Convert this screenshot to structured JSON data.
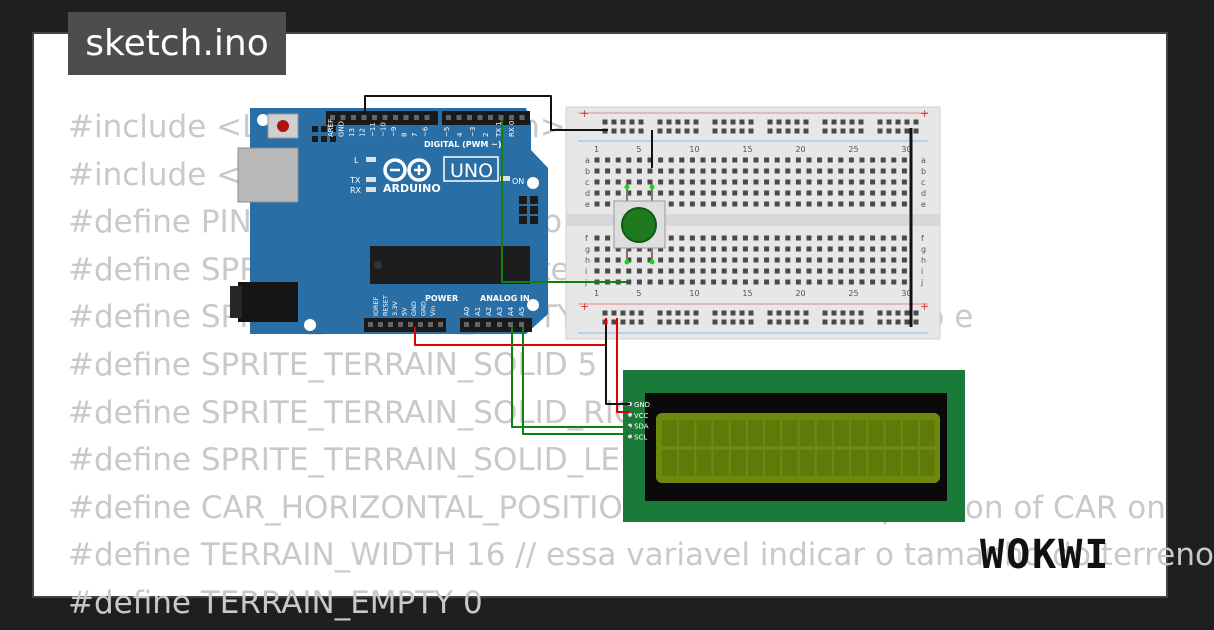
{
  "title": "sketch.ino",
  "code_lines": [
    "#include <LiquidCrystal_I2C.h>",
    "#include <Wire.h>",
    "#define PIN_BUTTON 2 // o pino do botao conectado",
    "#define SPRITE_RUN1 1 // sprite do carro",
    "#define SPRITE_TERRAIN_EMPTY ' ' // usuario em branco e",
    "#define SPRITE_TERRAIN_SOLID 5",
    "#define SPRITE_TERRAIN_SOLID_RIGHT 6",
    "#define SPRITE_TERRAIN_SOLID_LEFT 7",
    "#define CAR_HORIZONTAL_POSITION 1 // horizontal position of CAR on",
    "#define TERRAIN_WIDTH 16 // essa variavel indicar o tamanho do terreno",
    "#define TERRAIN_EMPTY 0"
  ],
  "arduino": {
    "name": "ARDUINO",
    "model": "UNO",
    "digital_label": "DIGITAL (PWM ~)",
    "power_label": "POWER",
    "analog_label": "ANALOG IN",
    "on_label": "ON",
    "l_label": "L",
    "tx_label": "TX",
    "rx_label": "RX",
    "digital_pins": [
      "AREF",
      "GND",
      "13",
      "12",
      "~11",
      "~10",
      "~9",
      "8",
      "7",
      "~6",
      "~5",
      "4",
      "~3",
      "2",
      "TX 1",
      "RX 0"
    ],
    "power_pins": [
      "IOREF",
      "RESET",
      "3.3V",
      "5V",
      "GND",
      "GND",
      "Vin"
    ],
    "analog_pins": [
      "A0",
      "A1",
      "A2",
      "A3",
      "A4",
      "A5"
    ]
  },
  "breadboard": {
    "column_labels": [
      "1",
      "5",
      "10",
      "15",
      "20",
      "25",
      "30"
    ],
    "row_labels_top": [
      "a",
      "b",
      "c",
      "d",
      "e"
    ],
    "row_labels_bottom": [
      "f",
      "g",
      "h",
      "i",
      "j"
    ],
    "plus": "+",
    "minus": "-"
  },
  "lcd": {
    "pins": [
      "GND",
      "VCC",
      "SDA",
      "SCL"
    ]
  },
  "logo": "WOKWI",
  "colors": {
    "background": "#1f1f1f",
    "card": "#ffffff",
    "code_text": "#c9c9c9",
    "title_tab": "#4d4d4d",
    "arduino_board": "#2a6ea6",
    "lcd_pcb": "#1a7a3a",
    "lcd_screen": "#6e8a0e",
    "button": "#1f7a1f",
    "wire_red": "#e00000",
    "wire_green": "#108010",
    "wire_black": "#111111"
  }
}
